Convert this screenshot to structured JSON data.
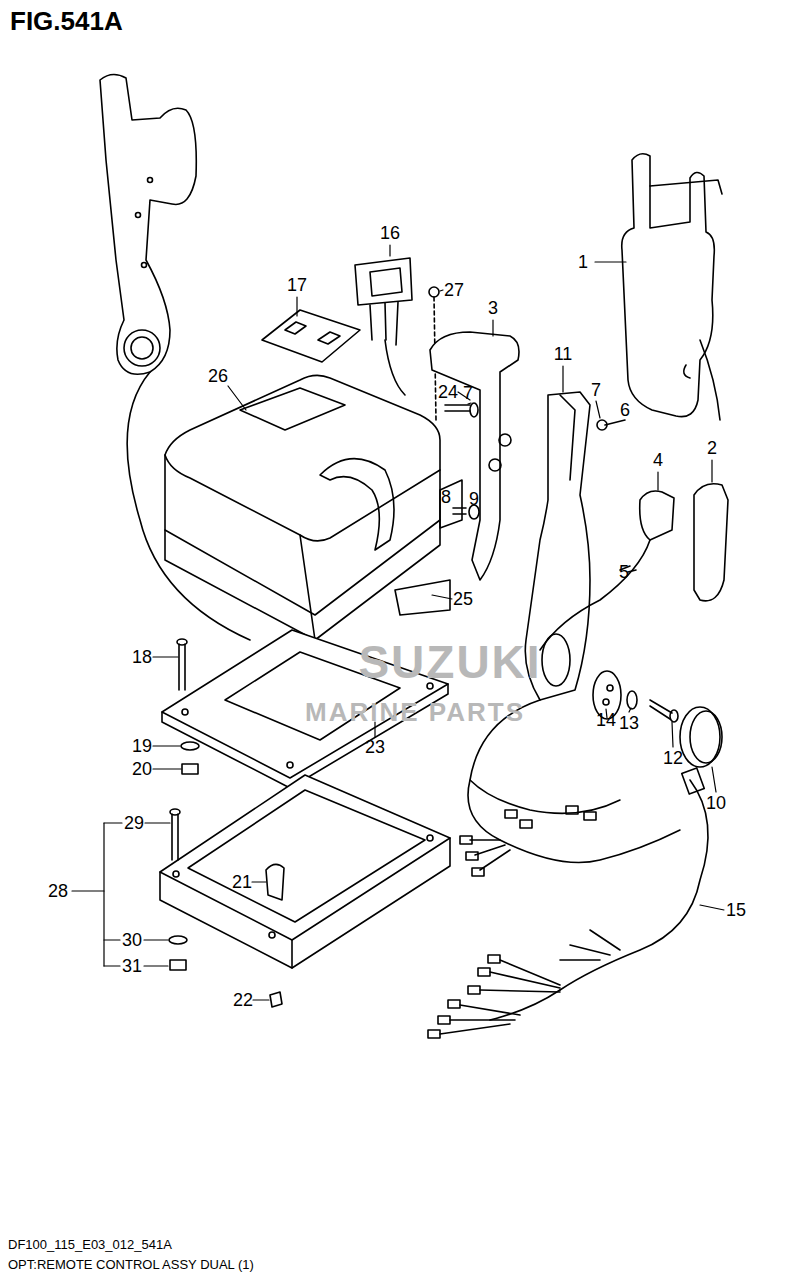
{
  "diagram": {
    "title": "FIG.541A",
    "caption": "OPT:REMOTE CONTROL ASSY DUAL (1)",
    "labels": [
      "1",
      "2",
      "3",
      "4",
      "5",
      "6",
      "7",
      "7",
      "8",
      "9",
      "10",
      "11",
      "12",
      "13",
      "14",
      "15",
      "16",
      "17",
      "18",
      "19",
      "20",
      "21",
      "22",
      "23",
      "24",
      "25",
      "26",
      "27",
      "28",
      "29",
      "30",
      "31",
      "SUZUKI",
      "MARINE PARTS",
      "DF100_115_E03_012_541A"
    ]
  }
}
